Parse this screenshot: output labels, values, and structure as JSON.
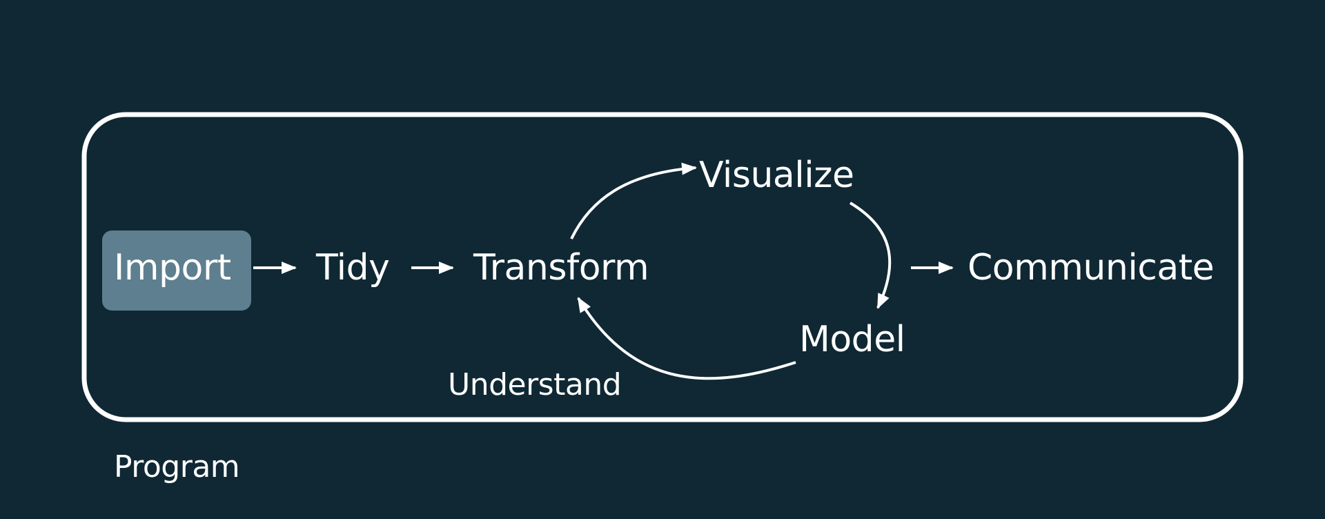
{
  "colors": {
    "background": "#0f2834",
    "foreground": "#ffffff",
    "highlight": "#5e7f8f"
  },
  "diagram": {
    "nodes": {
      "import": "Import",
      "tidy": "Tidy",
      "transform": "Transform",
      "visualize": "Visualize",
      "model": "Model",
      "communicate": "Communicate"
    },
    "cycle_label": "Understand",
    "container_label": "Program",
    "highlighted_node": "import"
  }
}
